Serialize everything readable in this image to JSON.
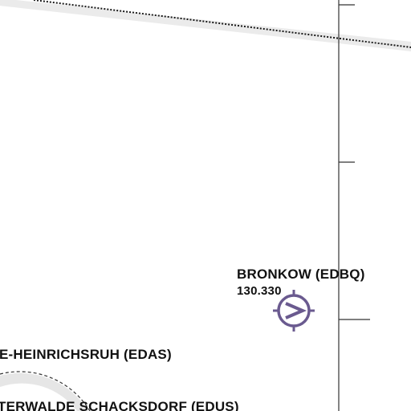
{
  "map": {
    "airfields": [
      {
        "name": "BRONKOW (EDBQ)",
        "frequency": "130.330",
        "symbol": "airfield-symbol"
      },
      {
        "name": "E-HEINRICHSRUH (EDAS)"
      },
      {
        "name": "TERWALDE SCHACKSDORF (EDUS)"
      }
    ],
    "colors": {
      "airfield_symbol": "#6a5a8f",
      "boundary_band": "#e6e6e6",
      "lines": "#222222",
      "label_text": "#111111"
    }
  }
}
